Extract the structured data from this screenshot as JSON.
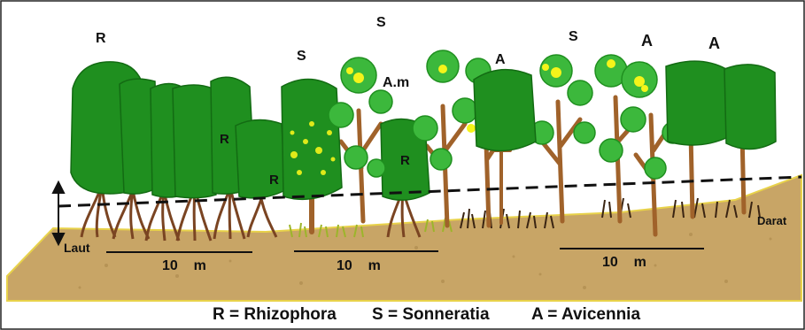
{
  "zone_labels": {
    "r_top": "R",
    "s_top": "S",
    "s_left": "S",
    "am": "A.m",
    "a_mid": "A",
    "s_right": "S",
    "a_right1": "A",
    "a_right2": "A",
    "r_tree1": "R",
    "r_tree2": "R",
    "r_tree3": "R"
  },
  "side_labels": {
    "laut": "Laut",
    "darat": "Darat"
  },
  "scale_bars": [
    {
      "label": "10    m"
    },
    {
      "label": "10    m"
    },
    {
      "label": "10    m"
    }
  ],
  "legend": {
    "rhizophora": "R = Rhizophora",
    "sonneratia": "S = Sonneratia",
    "avicennia": "A = Avicennia"
  },
  "colors": {
    "ground": "#c8a566",
    "ground_edge": "#e8d24a",
    "canopy": "#1f8f1f",
    "canopy_dark": "#136b13",
    "canopy_light": "#3cb83c",
    "fruit": "#f4f41a",
    "trunk": "#a0622a",
    "root": "#7a4422",
    "grass": "#9cb52a",
    "water_line": "#111111"
  }
}
